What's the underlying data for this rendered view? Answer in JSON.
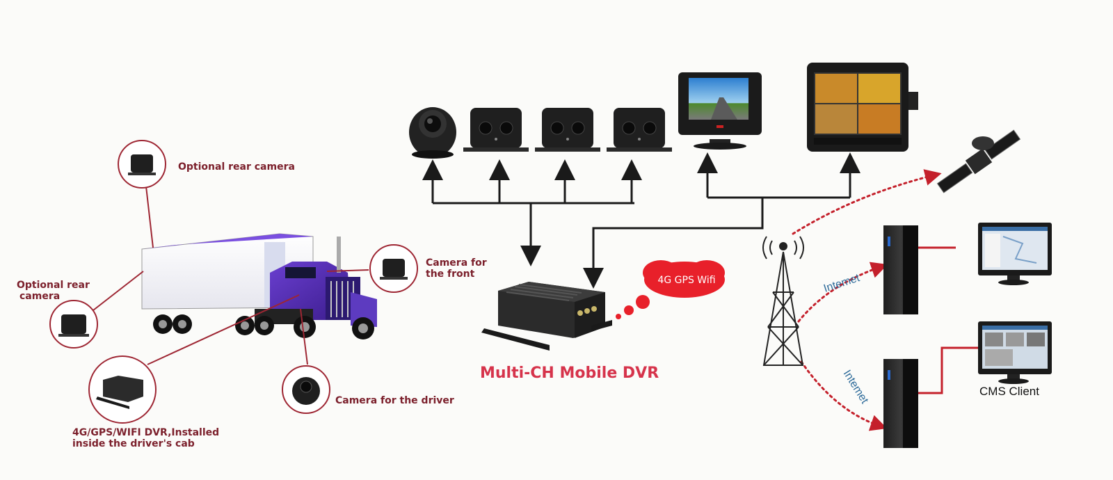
{
  "labels": {
    "optional_rear_camera_top": "Optional rear camera",
    "optional_rear_camera_left_line1": "Optional rear",
    "optional_rear_camera_left_line2": "camera",
    "camera_front_line1": "Camera for",
    "camera_front_line2": "the front",
    "camera_driver": "Camera for the driver",
    "dvr_installed_line1": "4G/GPS/WIFI DVR,Installed",
    "dvr_installed_line2": "inside the driver's cab",
    "cloud": "4G GPS Wifi",
    "title": "Multi-CH Mobile DVR",
    "internet_top": "Intemet",
    "internet_bottom": "Intemet",
    "cms_client": "CMS Client"
  },
  "colors": {
    "accent": "#d6334b",
    "label": "#7b1f2b",
    "cloud": "#e8202a",
    "link_red": "#c4202b",
    "internet_blue": "#2e6b9a",
    "line": "#1a1a1a"
  }
}
